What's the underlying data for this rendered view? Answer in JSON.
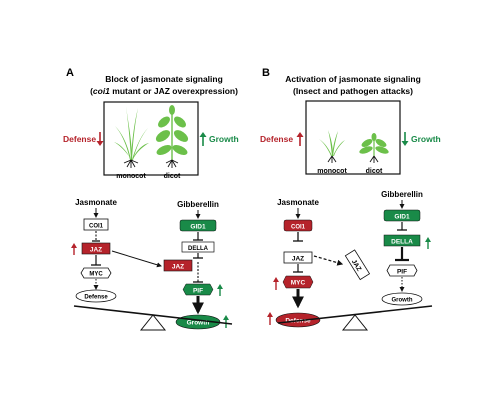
{
  "panel_a": {
    "letter": "A",
    "title_line1": "Block of jasmonate signaling",
    "title_line2_pre": "(",
    "title_line2_italic": "coi1",
    "title_line2_post": " mutant or JAZ overexpression)",
    "defense_label": "Defense",
    "growth_label": "Growth",
    "monocot_label": "monocot",
    "dicot_label": "dicot",
    "jasmonate": "Jasmonate",
    "coi1": "COI1",
    "jaz": "JAZ",
    "myc": "MYC",
    "defense_node": "Defense",
    "gibberellin": "Gibberellin",
    "gid1": "GID1",
    "della": "DELLA",
    "jaz2": "JAZ",
    "pif": "PIF",
    "growth_node": "Growth"
  },
  "panel_b": {
    "letter": "B",
    "title_line1": "Activation of jasmonate signaling",
    "title_line2": "(Insect and pathogen attacks)",
    "defense_label": "Defense",
    "growth_label": "Growth",
    "monocot_label": "monocot",
    "dicot_label": "dicot",
    "jasmonate": "Jasmonate",
    "coi1": "COI1",
    "jaz": "JAZ",
    "myc": "MYC",
    "defense_node": "Defense",
    "gibberellin": "Gibberellin",
    "gid1": "GID1",
    "della": "DELLA",
    "jaz_tilted": "JAZ",
    "pif": "PIF",
    "growth_node": "Growth"
  },
  "colors": {
    "red": "#b5232b",
    "green": "#198a48",
    "plant_green": "#6cc04a",
    "black": "#111111"
  }
}
